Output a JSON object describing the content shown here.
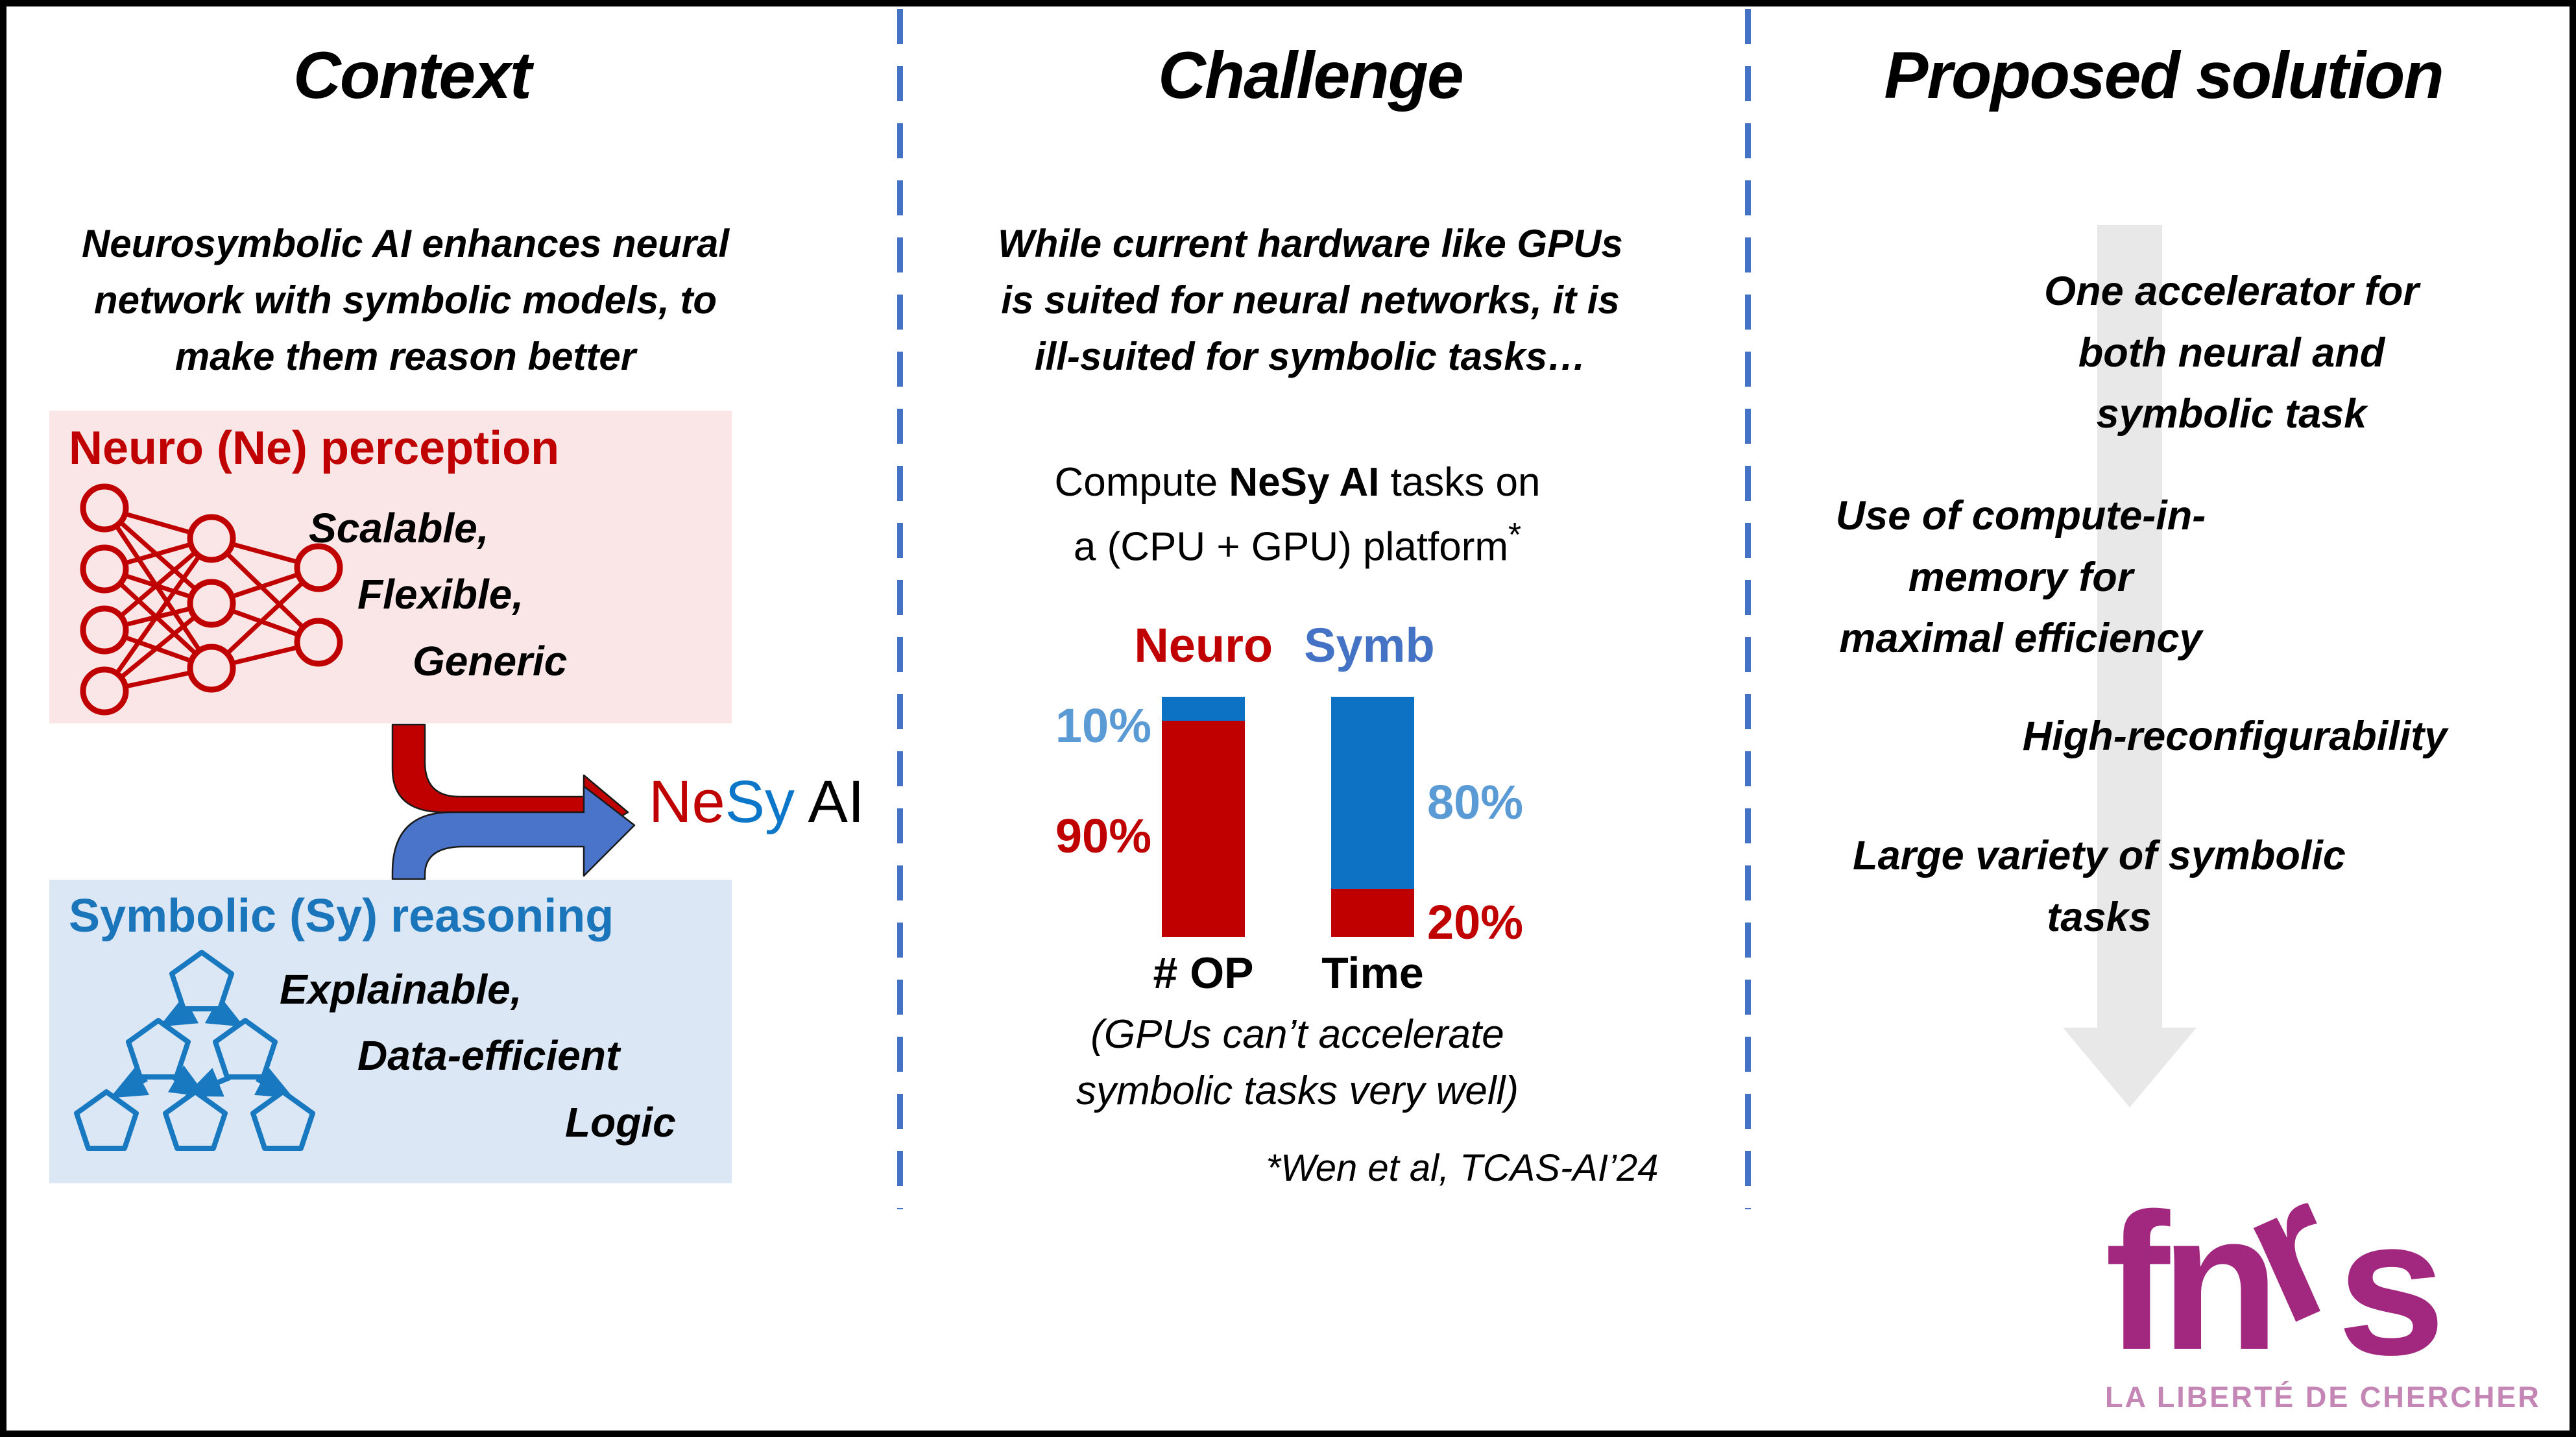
{
  "columns": {
    "context": {
      "title": "Context",
      "intro_lines": [
        "Neurosymbolic AI enhances neural",
        "network with symbolic models, to",
        "make them reason better"
      ],
      "neuro_box": {
        "title": "Neuro (Ne) perception",
        "traits": [
          "Scalable,",
          "Flexible,",
          "Generic"
        ]
      },
      "symbolic_box": {
        "title": "Symbolic (Sy) reasoning",
        "traits": [
          "Explainable,",
          "Data-efficient",
          "Logic"
        ]
      },
      "nesy": {
        "ne": "Ne",
        "sy": "Sy",
        "ai": " AI"
      }
    },
    "challenge": {
      "title": "Challenge",
      "intro_lines": [
        "While current hardware like GPUs",
        "is suited for neural networks, it is",
        "ill-suited for symbolic tasks…"
      ],
      "compute_pre": "Compute ",
      "compute_bold": "NeSy AI",
      "compute_post": " tasks on",
      "compute_line2": "a (CPU + GPU) platform",
      "compute_sup": "*",
      "caption_lines": [
        "(GPUs can’t accelerate",
        "symbolic tasks very well)"
      ],
      "footnote": "*Wen et al, TCAS-AI’24"
    },
    "solution": {
      "title": "Proposed solution",
      "point1_lines": [
        "One accelerator for",
        "both neural and",
        "symbolic task"
      ],
      "point2_lines": [
        "Use of compute-in-",
        "memory for",
        "maximal efficiency"
      ],
      "point3": "High-reconfigurability",
      "point4": "Large variety of symbolic tasks"
    }
  },
  "chart_data": {
    "type": "bar",
    "stacked": true,
    "categories": [
      "# OP",
      "Time"
    ],
    "series": [
      {
        "name": "Neuro",
        "color": "#C00000",
        "values": [
          90,
          20
        ]
      },
      {
        "name": "Symb",
        "color": "#0D72C4",
        "values": [
          10,
          80
        ]
      }
    ],
    "value_labels": {
      "op_symb": "10%",
      "op_neuro": "90%",
      "time_symb": "80%",
      "time_neuro": "20%"
    },
    "legend": {
      "neuro": "Neuro",
      "symb": "Symb"
    },
    "ylim": [
      0,
      100
    ],
    "legend_position": "top",
    "grid": false
  },
  "logo": {
    "fn": "fn",
    "r": "r",
    "s": "s",
    "tagline": "LA LIBERTÉ DE CHERCHER"
  },
  "colors": {
    "accent_red": "#C00000",
    "symbolic_blue": "#1B75BB",
    "bar_blue": "#0D72C4",
    "legend_symb_blue": "#4472C4",
    "pct_light_blue": "#5B9BD5",
    "neuro_box_bg": "#FAE6E6",
    "symbolic_box_bg": "#DBE7F4",
    "divider_blue": "#4472C4",
    "arrow_gray": "#E8E8E8",
    "logo_magenta": "#A1287E",
    "logo_tagline": "#C487B5"
  }
}
